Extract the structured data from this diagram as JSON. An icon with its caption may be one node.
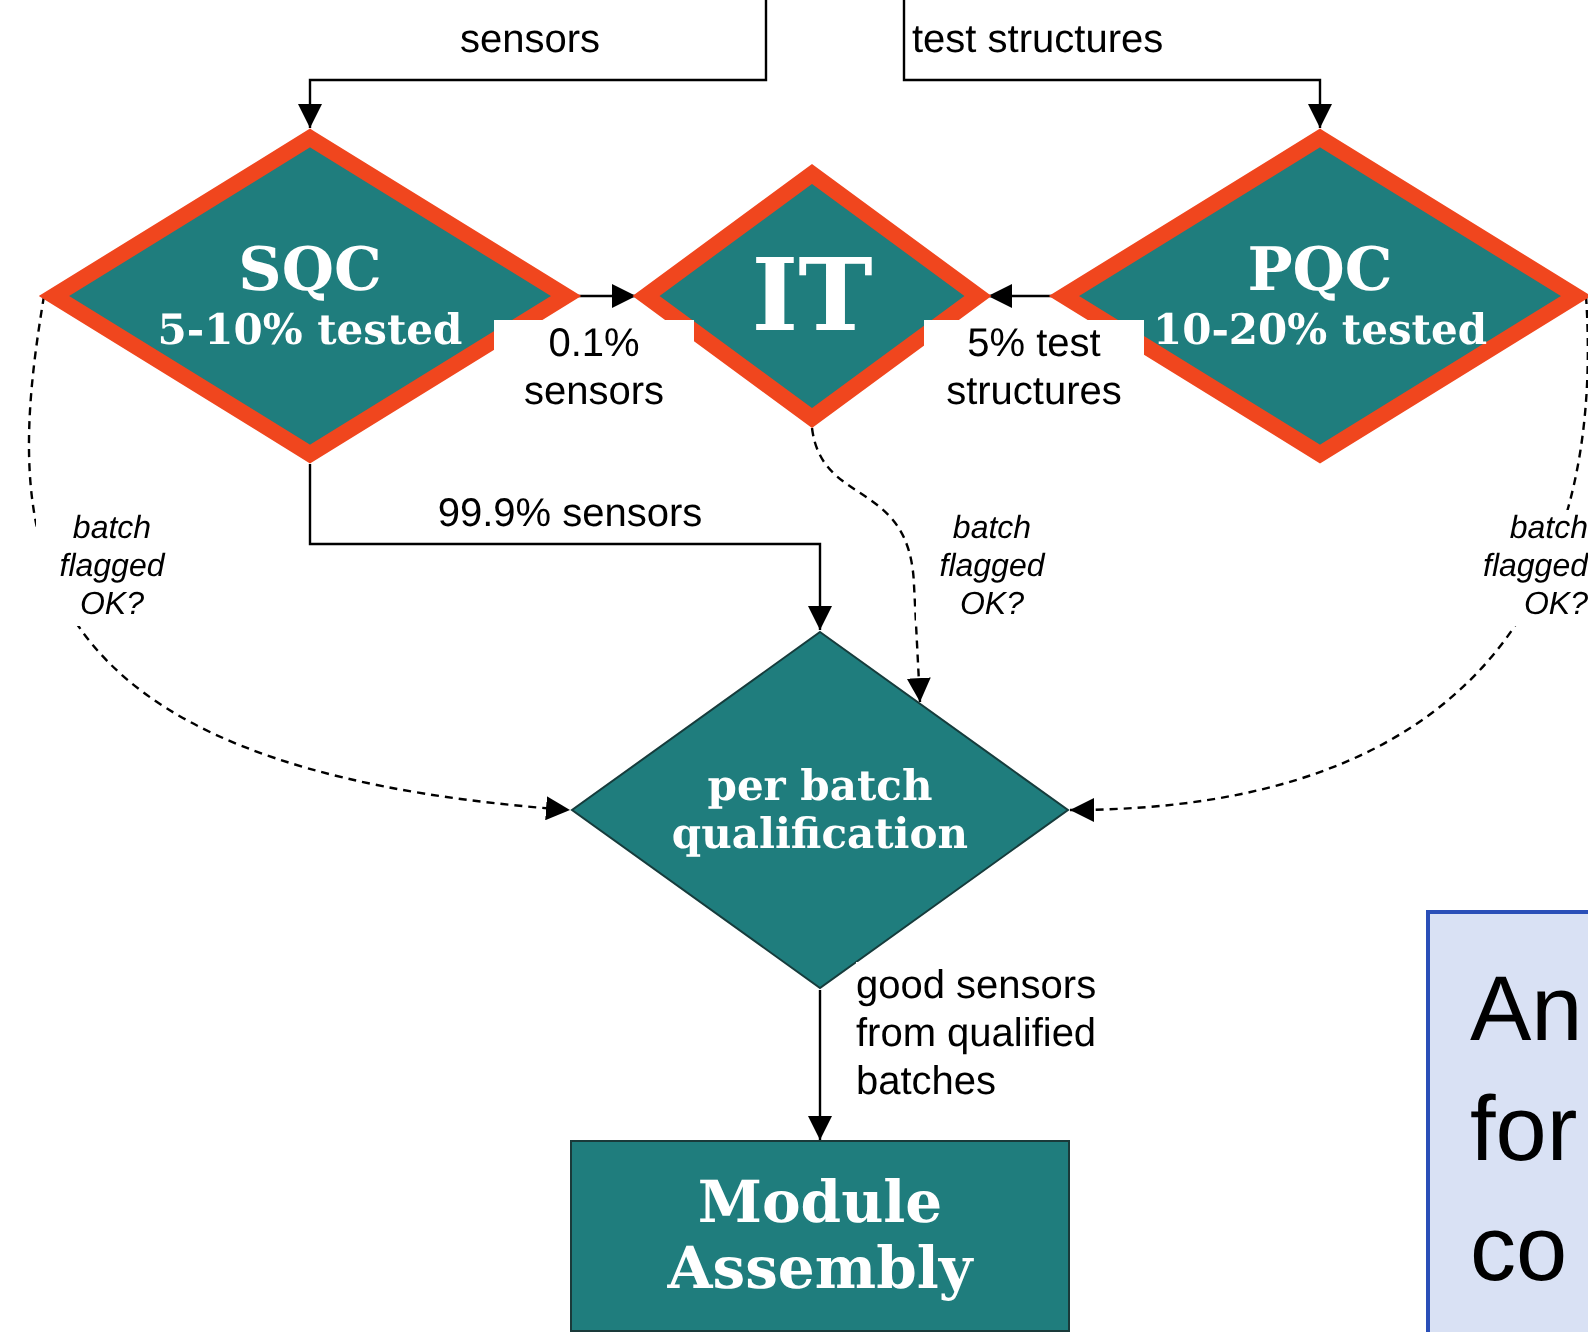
{
  "diagram": {
    "nodes": [
      {
        "text": [
          "SQC",
          "5-10% tested"
        ]
      },
      {
        "text": [
          "IT"
        ]
      },
      {
        "text": [
          "PQC",
          "10-20% tested"
        ]
      },
      {
        "text": [
          "per batch qualification"
        ]
      },
      {
        "text": [
          "Module Assembly"
        ]
      },
      {
        "text": [
          "An for co"
        ]
      }
    ],
    "edges": [
      {
        "from": null,
        "to": 0,
        "arrow": "to",
        "label": "sensors"
      },
      {
        "from": null,
        "to": 2,
        "arrow": "to",
        "label": "test structures"
      },
      {
        "from": 0,
        "to": 1,
        "arrow": "to",
        "label": "0.1% sensors"
      },
      {
        "from": 2,
        "to": 1,
        "arrow": "to",
        "label": "5% test structures"
      },
      {
        "from": 0,
        "to": 3,
        "arrow": "to",
        "label": "99.9% sensors"
      },
      {
        "from": 0,
        "to": 3,
        "arrow": "to",
        "label": "batch flagged OK?",
        "style": "dashed"
      },
      {
        "from": 1,
        "to": 3,
        "arrow": "to",
        "label": "batch flagged OK?",
        "style": "dashed"
      },
      {
        "from": 2,
        "to": 3,
        "arrow": "to",
        "label": "batch flagged OK?",
        "style": "dashed"
      },
      {
        "from": 3,
        "to": 4,
        "arrow": "to",
        "label": "good sensors from qualified batches"
      }
    ]
  }
}
